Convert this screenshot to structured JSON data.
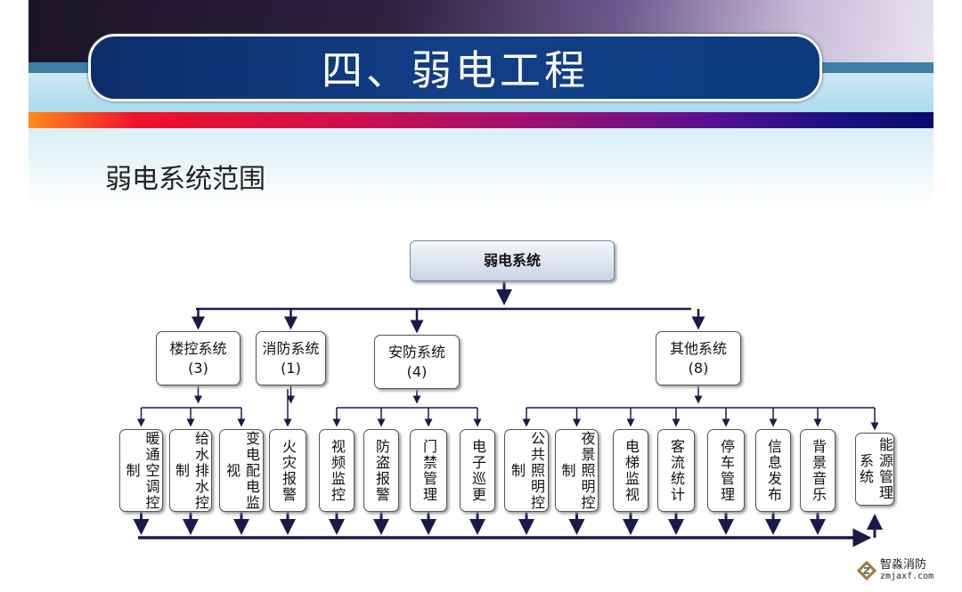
{
  "header": {
    "title": "四、弱电工程",
    "subtitle": "弱电系统范围"
  },
  "diagram": {
    "root": "弱电系统",
    "groups": [
      {
        "name": "楼控系统",
        "count": "(3)",
        "leaves": [
          "暖通空调控制",
          "给水排水控制",
          "变电配电监视"
        ]
      },
      {
        "name": "消防系统",
        "count": "(1)",
        "leaves": [
          "火灾报警"
        ]
      },
      {
        "name": "安防系统",
        "count": "(4)",
        "leaves": [
          "视频监控",
          "防盗报警",
          "门禁管理",
          "电子巡更"
        ]
      },
      {
        "name": "其他系统",
        "count": "(8)",
        "leaves": [
          "公共照明控制",
          "夜景照明控制",
          "电梯监视",
          "客流统计",
          "停车管理",
          "信息发布",
          "背景音乐",
          "能源管理系统"
        ]
      }
    ]
  },
  "watermark": {
    "name": "智淼消防",
    "url": "zmjaxf.com"
  }
}
